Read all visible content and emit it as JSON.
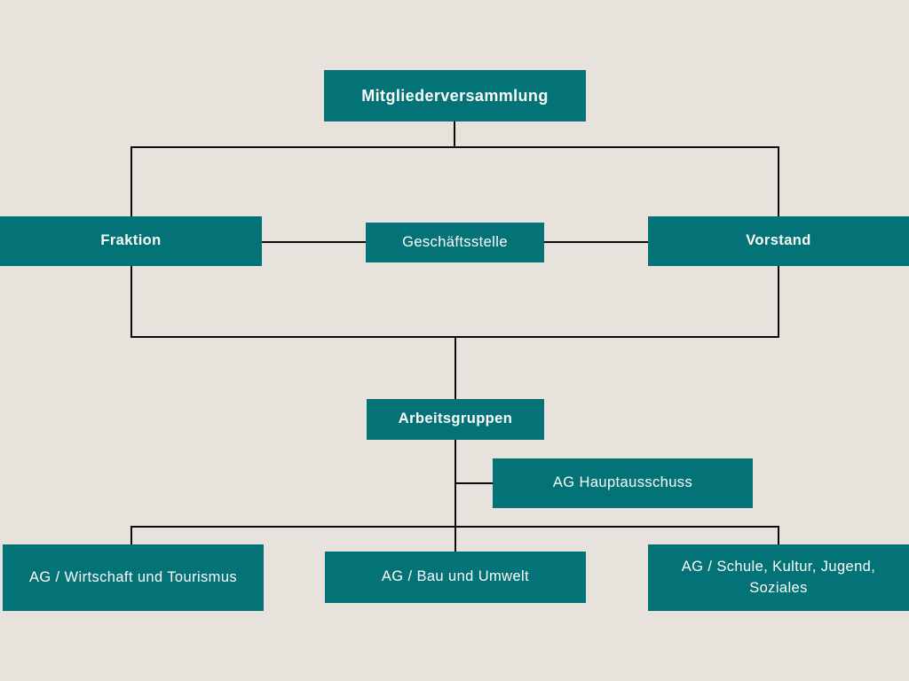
{
  "colors": {
    "node_fill": "#047377",
    "background": "#e7e2dc",
    "connector": "#0b0b0b",
    "node_text": "#fdfdfc"
  },
  "diagram": {
    "type": "org-chart",
    "nodes": {
      "mitgliederversammlung": {
        "label": "Mitgliederversammlung",
        "emphasis": "bold"
      },
      "fraktion": {
        "label": "Fraktion",
        "emphasis": "bold"
      },
      "geschaeftsstelle": {
        "label": "Geschäftsstelle",
        "emphasis": "regular"
      },
      "vorstand": {
        "label": "Vorstand",
        "emphasis": "bold"
      },
      "arbeitsgruppen": {
        "label": "Arbeitsgruppen",
        "emphasis": "bold"
      },
      "ag_hauptausschuss": {
        "label": "AG Hauptausschuss",
        "emphasis": "regular"
      },
      "ag_wirtschaft_tourismus": {
        "label": "AG / Wirtschaft und Tourismus",
        "emphasis": "regular"
      },
      "ag_bau_umwelt": {
        "label": "AG / Bau und Umwelt",
        "emphasis": "regular"
      },
      "ag_schule_kultur_jugend_soziales": {
        "label": "AG / Schule, Kultur, Jugend, Soziales",
        "emphasis": "regular"
      }
    },
    "edges": [
      {
        "from": "mitgliederversammlung",
        "to": "fraktion"
      },
      {
        "from": "mitgliederversammlung",
        "to": "vorstand"
      },
      {
        "from": "fraktion",
        "to": "geschaeftsstelle"
      },
      {
        "from": "geschaeftsstelle",
        "to": "vorstand"
      },
      {
        "from": "fraktion",
        "to": "arbeitsgruppen"
      },
      {
        "from": "vorstand",
        "to": "arbeitsgruppen"
      },
      {
        "from": "arbeitsgruppen",
        "to": "ag_hauptausschuss"
      },
      {
        "from": "arbeitsgruppen",
        "to": "ag_wirtschaft_tourismus"
      },
      {
        "from": "arbeitsgruppen",
        "to": "ag_bau_umwelt"
      },
      {
        "from": "arbeitsgruppen",
        "to": "ag_schule_kultur_jugend_soziales"
      }
    ]
  }
}
